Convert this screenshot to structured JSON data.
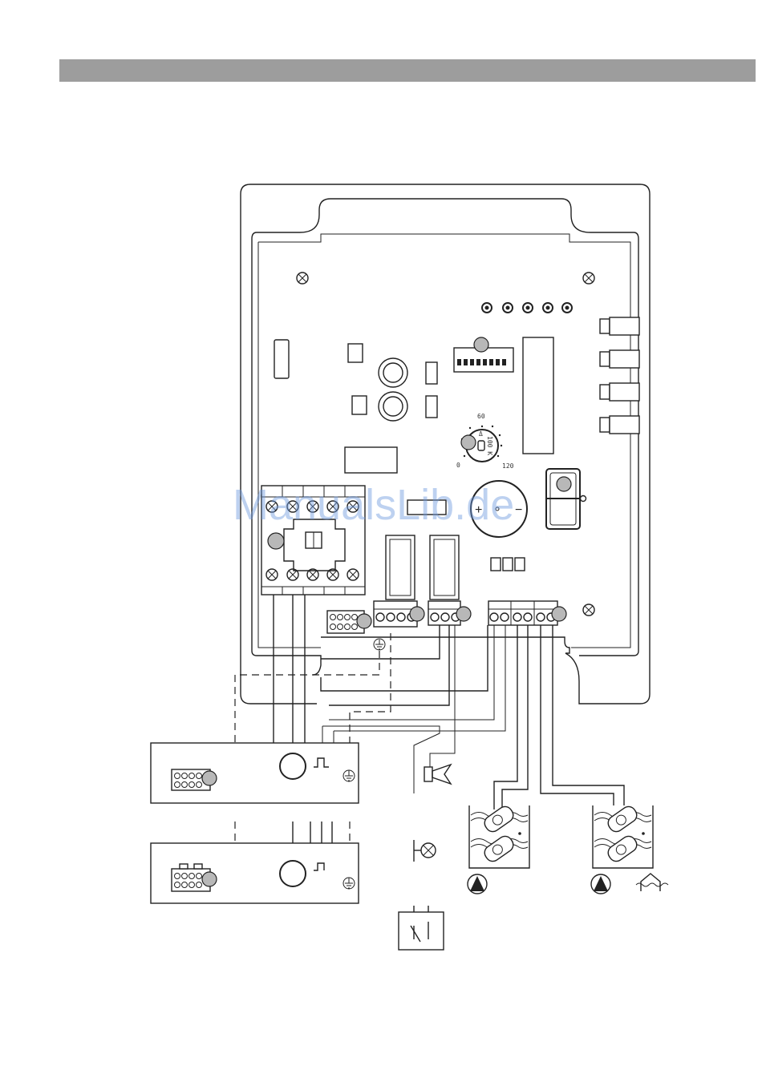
{
  "dial": {
    "mark_top": "60",
    "mark_left": "0",
    "mark_right": "120",
    "mark_unit": "100 K",
    "mark_delta": "Δ"
  },
  "terminal_signs": {
    "plus": "+",
    "minus": "−"
  },
  "watermark": "ManualsLib.de",
  "colors": {
    "header_bar": "#9d9d9d",
    "callout_fill": "#b8b8b8",
    "line": "#222222",
    "watermark": "#6f9be0"
  }
}
